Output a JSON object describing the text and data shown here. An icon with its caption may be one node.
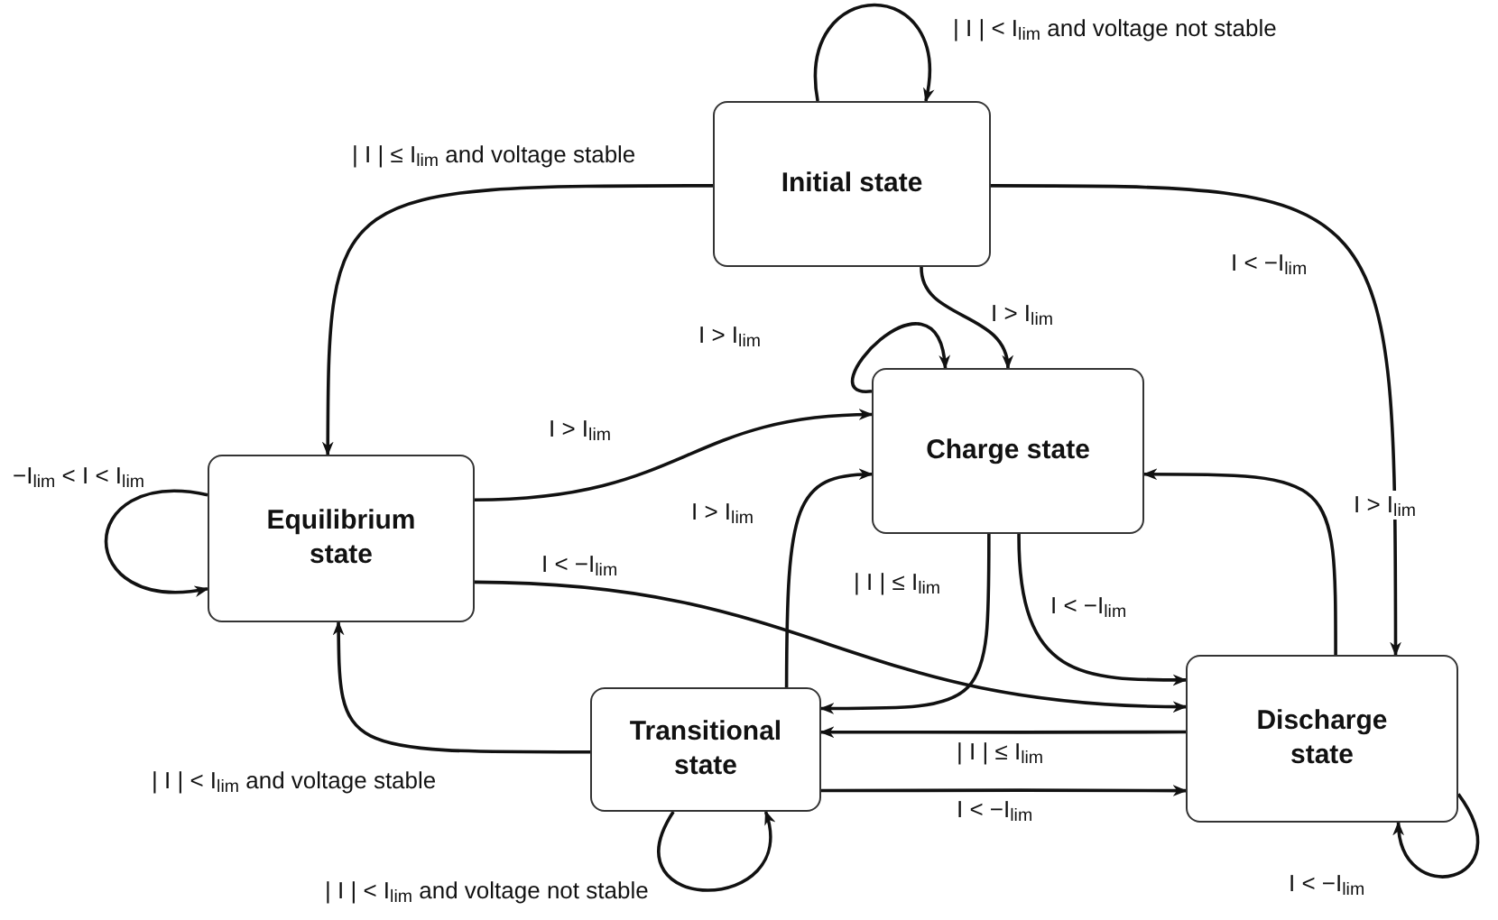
{
  "diagram": {
    "nodes": [
      {
        "text": [
          "Initial state"
        ]
      },
      {
        "text": [
          "Charge state"
        ]
      },
      {
        "text": [
          "Equilibrium state"
        ]
      },
      {
        "text": [
          "Transitional state"
        ]
      },
      {
        "text": [
          "Discharge state"
        ]
      }
    ],
    "edges": [
      {
        "from": 0,
        "to": 0,
        "arrow": "to",
        "label": "| I | < I$_{lim}$ and voltage not stable"
      },
      {
        "from": 0,
        "to": 2,
        "arrow": "to",
        "label": "| I | ≤ I$_{lim}$ and voltage stable"
      },
      {
        "from": 0,
        "to": 4,
        "arrow": "to",
        "label": "I < −I$_{lim}$"
      },
      {
        "from": 0,
        "to": 1,
        "arrow": "to",
        "label": "I > I$_{lim}$"
      },
      {
        "from": 1,
        "to": 1,
        "arrow": "to",
        "label": "I > I$_{lim}$"
      },
      {
        "from": 2,
        "to": 1,
        "arrow": "to",
        "label": "I > I$_{lim}$"
      },
      {
        "from": 2,
        "to": 4,
        "arrow": "to",
        "label": "I < −I$_{lim}$"
      },
      {
        "from": 2,
        "to": 2,
        "arrow": "to",
        "label": "−I$_{lim}$ < I < I$_{lim}$"
      },
      {
        "from": 3,
        "to": 1,
        "arrow": "to",
        "label": "I > I$_{lim}$"
      },
      {
        "from": 1,
        "to": 3,
        "arrow": "to",
        "label": "| I | ≤ I$_{lim}$"
      },
      {
        "from": 1,
        "to": 4,
        "arrow": "to",
        "label": "I < −I$_{lim}$"
      },
      {
        "from": 4,
        "to": 1,
        "arrow": "to",
        "label": "I > I$_{lim}$"
      },
      {
        "from": 4,
        "to": 3,
        "arrow": "to",
        "label": "| I | ≤ I$_{lim}$"
      },
      {
        "from": 3,
        "to": 4,
        "arrow": "to",
        "label": "I < −I$_{lim}$"
      },
      {
        "from": 3,
        "to": 2,
        "arrow": "to",
        "label": "| I | < I$_{lim}$ and voltage stable"
      },
      {
        "from": 3,
        "to": 3,
        "arrow": "to",
        "label": "| I | < I$_{lim}$ and voltage not stable"
      },
      {
        "from": 4,
        "to": 4,
        "arrow": "to",
        "label": "I < −I$_{lim}$"
      }
    ]
  }
}
